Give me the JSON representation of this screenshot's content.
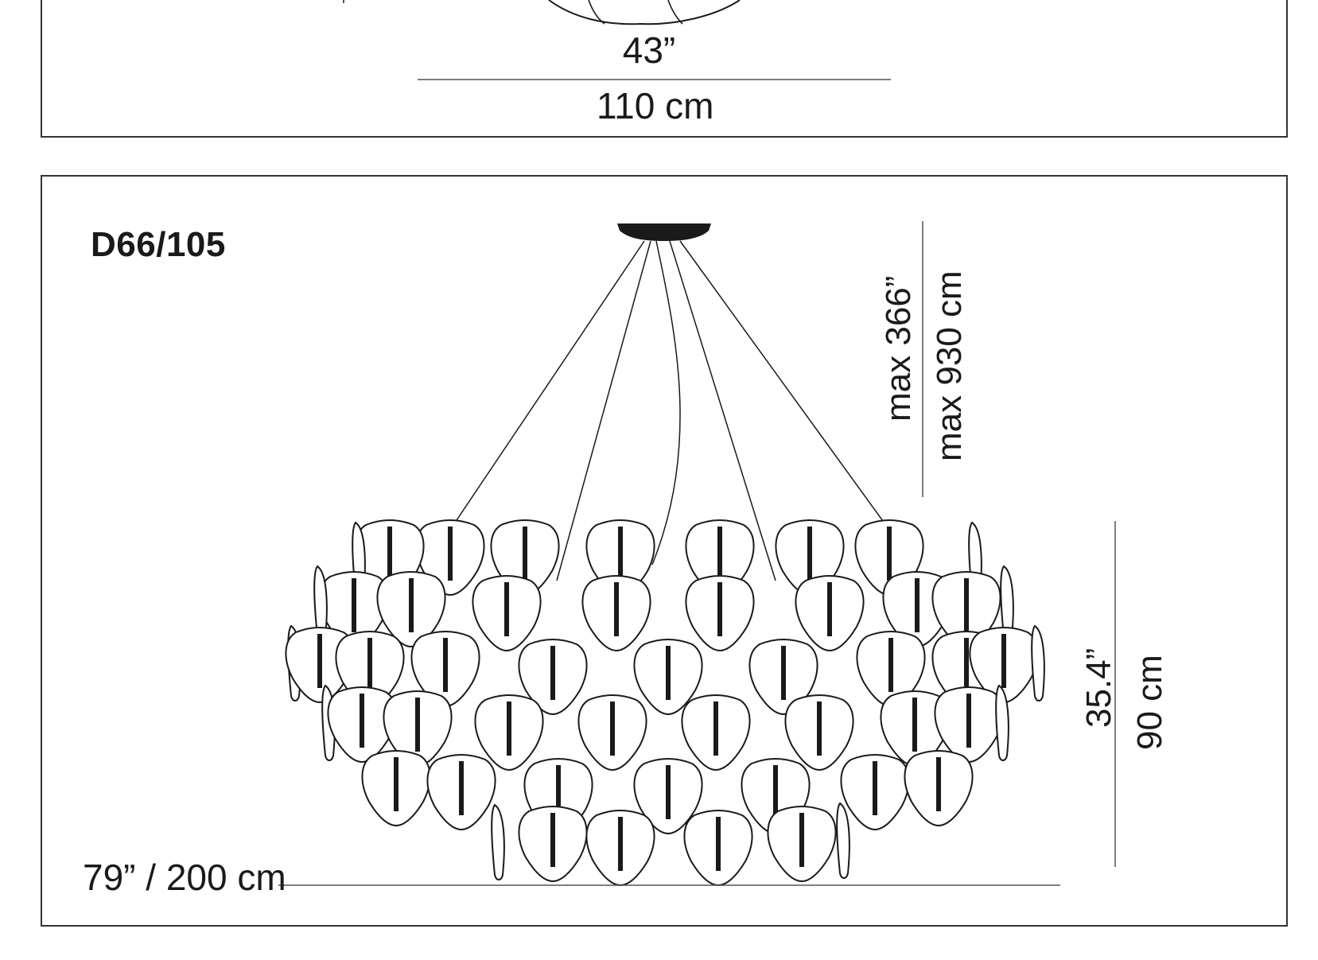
{
  "top_panel": {
    "width_inches": "43”",
    "width_cm": "110 cm"
  },
  "main_panel": {
    "model": "D66/105",
    "max_height_inches": "max 366”",
    "max_height_cm": "max 930 cm",
    "height_inches": "35.4”",
    "height_cm": "90 cm",
    "width": "79” / 200 cm"
  },
  "colors": {
    "line": "#1a1a1a",
    "frame": "#333333",
    "dimension_line": "#555555"
  }
}
